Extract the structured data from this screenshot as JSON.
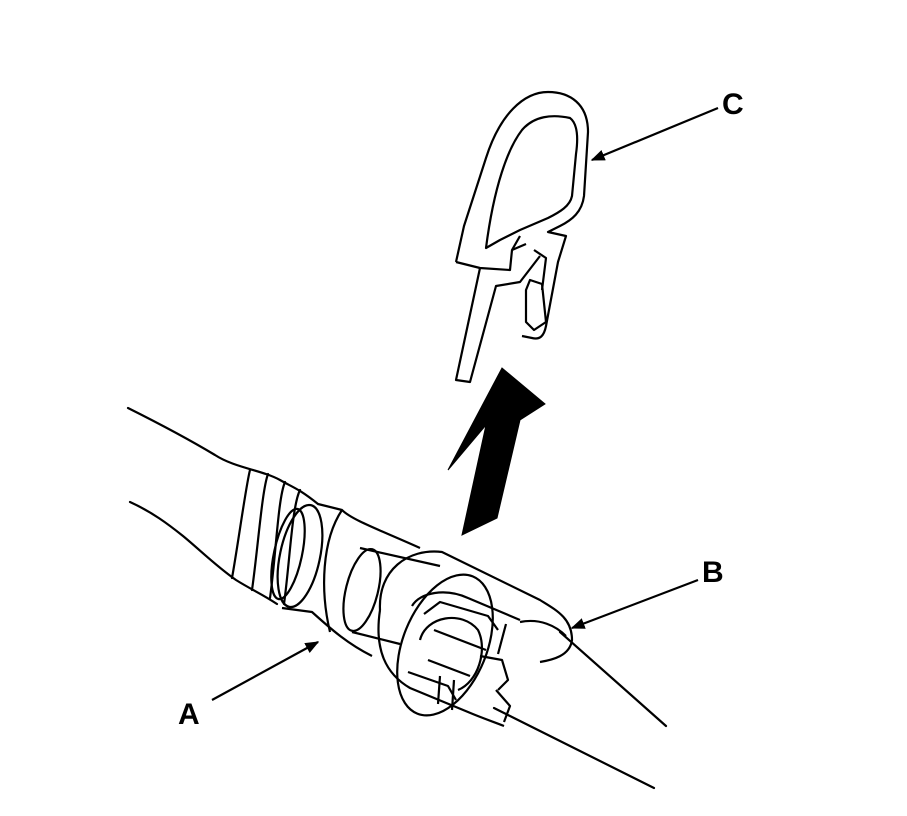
{
  "labels": {
    "a": "A",
    "b": "B",
    "c": "C"
  },
  "parts": {
    "a": "hose-with-quick-connector",
    "b": "connector-clip-housing",
    "c": "retainer-clip"
  },
  "colors": {
    "line": "#000000",
    "background": "#ffffff"
  }
}
